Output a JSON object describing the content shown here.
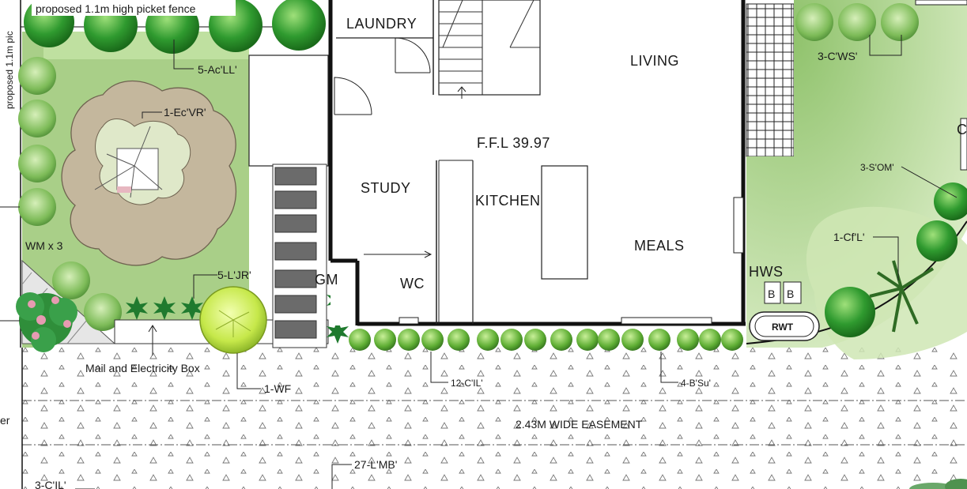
{
  "labels": {
    "fence_top": "proposed  1.1m high picket fence",
    "fence_side": "proposed 1.1m pic",
    "plant_5_ac_ll": "5-Ac'LL'",
    "plant_1_ec_vr": "1-Ec'VR'",
    "wm": "WM x 3",
    "plant_5_l_jr": "5-L'JR'",
    "mail_box": "Mail and Electricity Box",
    "plant_1_wf": "1-WF",
    "gm": "GM",
    "plant_12_c_il": "12-C'IL'",
    "plant_4_b_su": "4-B'Su'",
    "plant_3_c_ws": "3-C'WS'",
    "plant_3_s_om": "3-S'OM'",
    "plant_1_cf_l": "1-Cf'L'",
    "hws": "HWS",
    "b1": "B",
    "b2": "B",
    "rwt": "RWT",
    "easement": "2.43M WIDE EASEMENT",
    "plant_27_l_mb": "27-L'MB'",
    "plant_3_c_il": "3-C'IL'",
    "edge_left": "er",
    "edge_right": "C"
  },
  "rooms": {
    "laundry": "LAUNDRY",
    "living": "LIVING",
    "ffl": "F.F.L 39.97",
    "study": "STUDY",
    "kitchen": "KITCHEN",
    "meals": "MEALS",
    "wc": "WC"
  },
  "colors": {
    "lawn": "#b9d898",
    "lawn_dark": "#9cc67c",
    "bed": "#c4b79d",
    "shrub": "#3aa63a",
    "hedge": "#79c24a",
    "wall": "#111111",
    "paver": "#6b6b6b"
  }
}
